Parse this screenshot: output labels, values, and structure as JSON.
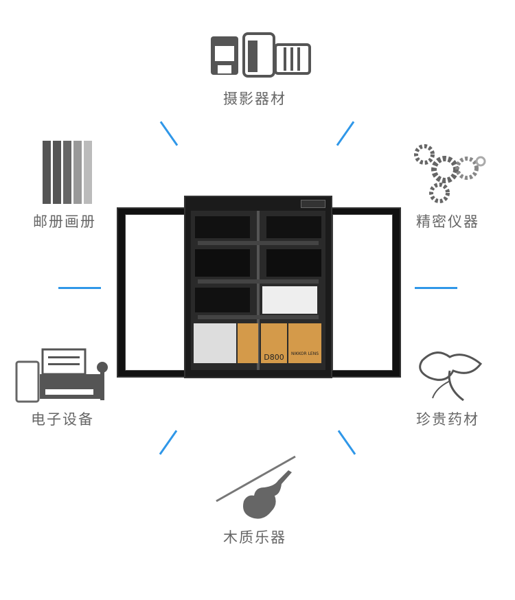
{
  "categories": [
    {
      "label": "摄影器材",
      "icon": "camera-icon"
    },
    {
      "label": "邮册画册",
      "icon": "album-icon"
    },
    {
      "label": "精密仪器",
      "icon": "gears-icon"
    },
    {
      "label": "电子设备",
      "icon": "electronics-icon"
    },
    {
      "label": "珍贵药材",
      "icon": "herb-icon"
    },
    {
      "label": "木质乐器",
      "icon": "violin-icon"
    }
  ],
  "product": {
    "box_label": "D800",
    "lens_box_label": "NIKKOR LENS"
  },
  "accent_color": "#2f97e8"
}
